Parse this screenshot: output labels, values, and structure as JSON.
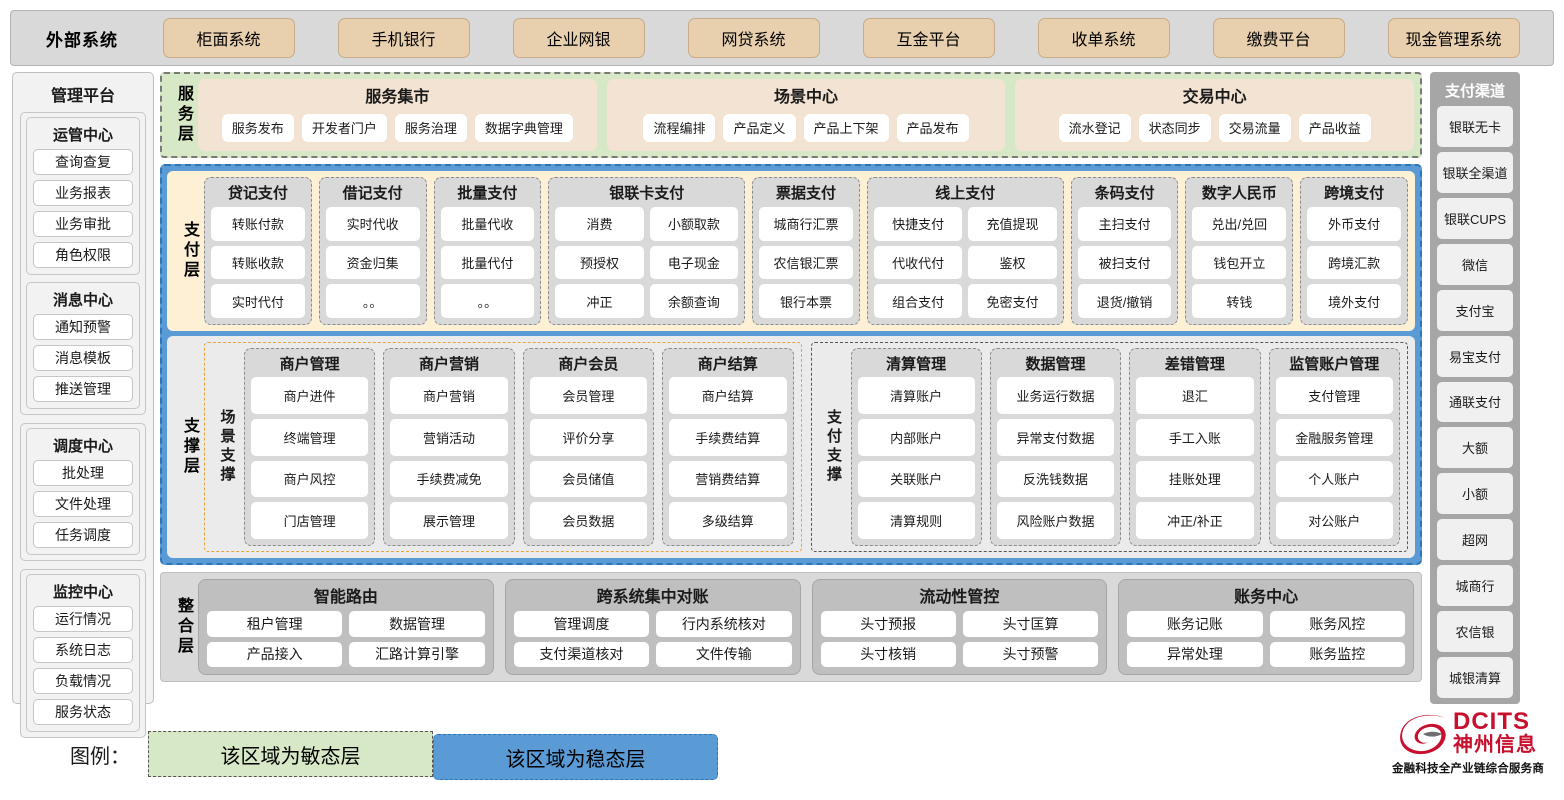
{
  "external": {
    "title": "外部系统",
    "items": [
      "柜面系统",
      "手机银行",
      "企业网银",
      "网贷系统",
      "互金平台",
      "收单系统",
      "缴费平台",
      "现金管理系统"
    ]
  },
  "management": {
    "title": "管理平台",
    "groups": [
      {
        "title": "运管中心",
        "items": [
          "查询查复",
          "业务报表",
          "业务审批",
          "角色权限"
        ]
      },
      {
        "title": "消息中心",
        "items": [
          "通知预警",
          "消息模板",
          "推送管理"
        ]
      },
      {
        "title": "调度中心",
        "items": [
          "批处理",
          "文件处理",
          "任务调度"
        ]
      },
      {
        "title": "监控中心",
        "items": [
          "运行情况",
          "系统日志",
          "负载情况",
          "服务状态"
        ]
      }
    ]
  },
  "service_layer": {
    "label": "服务层",
    "groups": [
      {
        "title": "服务集市",
        "items": [
          "服务发布",
          "开发者门户",
          "服务治理",
          "数据字典管理"
        ]
      },
      {
        "title": "场景中心",
        "items": [
          "流程编排",
          "产品定义",
          "产品上下架",
          "产品发布"
        ]
      },
      {
        "title": "交易中心",
        "items": [
          "流水登记",
          "状态同步",
          "交易流量",
          "产品收益"
        ]
      }
    ]
  },
  "payment_layer": {
    "label": "支付层",
    "columns": [
      {
        "title": "贷记支付",
        "layout": "one",
        "items": [
          "转账付款",
          "转账收款",
          "实时代付"
        ]
      },
      {
        "title": "借记支付",
        "layout": "one",
        "items": [
          "实时代收",
          "资金归集",
          "。。"
        ]
      },
      {
        "title": "批量支付",
        "layout": "one",
        "items": [
          "批量代收",
          "批量代付",
          "。。"
        ]
      },
      {
        "title": "银联卡支付",
        "layout": "two",
        "items": [
          "消费",
          "小额取款",
          "预授权",
          "电子现金",
          "冲正",
          "余额查询"
        ]
      },
      {
        "title": "票据支付",
        "layout": "one",
        "items": [
          "城商行汇票",
          "农信银汇票",
          "银行本票"
        ]
      },
      {
        "title": "线上支付",
        "layout": "two",
        "items": [
          "快捷支付",
          "充值提现",
          "代收代付",
          "鉴权",
          "组合支付",
          "免密支付"
        ]
      },
      {
        "title": "条码支付",
        "layout": "one",
        "items": [
          "主扫支付",
          "被扫支付",
          "退货/撤销"
        ]
      },
      {
        "title": "数字人民币",
        "layout": "one",
        "items": [
          "兑出/兑回",
          "钱包开立",
          "转钱"
        ]
      },
      {
        "title": "跨境支付",
        "layout": "one",
        "items": [
          "外币支付",
          "跨境汇款",
          "境外支付"
        ]
      }
    ]
  },
  "support_layer": {
    "label": "支撑层",
    "scene": {
      "label": "场景支撑",
      "columns": [
        {
          "title": "商户管理",
          "items": [
            "商户进件",
            "终端管理",
            "商户风控",
            "门店管理"
          ]
        },
        {
          "title": "商户营销",
          "items": [
            "商户营销",
            "营销活动",
            "手续费减免",
            "展示管理"
          ]
        },
        {
          "title": "商户会员",
          "items": [
            "会员管理",
            "评价分享",
            "会员储值",
            "会员数据"
          ]
        },
        {
          "title": "商户结算",
          "items": [
            "商户结算",
            "手续费结算",
            "营销费结算",
            "多级结算"
          ]
        }
      ]
    },
    "paysupport": {
      "label": "支付支撑",
      "columns": [
        {
          "title": "清算管理",
          "items": [
            "清算账户",
            "内部账户",
            "关联账户",
            "清算规则"
          ]
        },
        {
          "title": "数据管理",
          "items": [
            "业务运行数据",
            "异常支付数据",
            "反洗钱数据",
            "风险账户数据"
          ]
        },
        {
          "title": "差错管理",
          "items": [
            "退汇",
            "手工入账",
            "挂账处理",
            "冲正/补正"
          ]
        },
        {
          "title": "监管账户管理",
          "items": [
            "支付管理",
            "金融服务管理",
            "个人账户",
            "对公账户"
          ]
        }
      ]
    }
  },
  "integration_layer": {
    "label": "整合层",
    "groups": [
      {
        "title": "智能路由",
        "items": [
          "租户管理",
          "数据管理",
          "产品接入",
          "汇路计算引擎"
        ]
      },
      {
        "title": "跨系统集中对账",
        "items": [
          "管理调度",
          "行内系统核对",
          "支付渠道核对",
          "文件传输"
        ]
      },
      {
        "title": "流动性管控",
        "items": [
          "头寸预报",
          "头寸匡算",
          "头寸核销",
          "头寸预警"
        ]
      },
      {
        "title": "账务中心",
        "items": [
          "账务记账",
          "账务风控",
          "异常处理",
          "账务监控"
        ]
      }
    ]
  },
  "channels": {
    "title": "支付渠道",
    "items": [
      "银联无卡",
      "银联全渠道",
      "银联CUPS",
      "微信",
      "支付宝",
      "易宝支付",
      "通联支付",
      "大额",
      "小额",
      "超网",
      "城商行",
      "农信银",
      "城银清算"
    ]
  },
  "legend": {
    "label": "图例：",
    "agile": "该区域为敏态层",
    "stable": "该区域为稳态层"
  },
  "logo": {
    "en": "DCITS",
    "cn": "神州信息",
    "tagline": "金融科技全产业链综合服务商"
  },
  "colors": {
    "agile_green": "#d7e8c7",
    "stable_blue": "#5b9bd5",
    "payment_cream": "#fdf0d5",
    "external_chip": "#e8cfae",
    "brand_red": "#c8102e"
  }
}
